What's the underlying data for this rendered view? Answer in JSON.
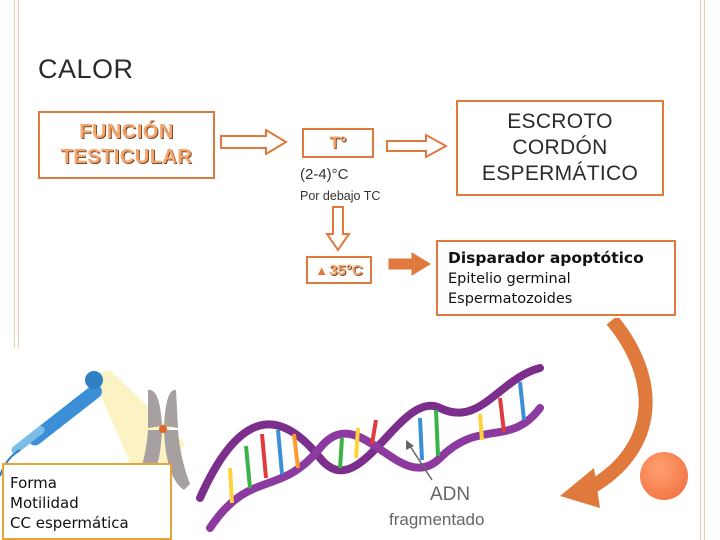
{
  "slide": {
    "title": "CALOR",
    "funcion_box": {
      "line1": "FUNCIÓN",
      "line2": "TESTICULAR"
    },
    "t_box": {
      "label": "T°"
    },
    "range_label": "(2-4)°C",
    "below_label": "Por debajo TC",
    "escroto_box": {
      "line1": "ESCROTO",
      "line2": "CORDÓN",
      "line3": "ESPERMÁTICO"
    },
    "temp_box": {
      "label": "35°C"
    },
    "disparador_box": {
      "title": "Disparador apoptótico",
      "line1": "Epitelio germinal",
      "line2": "Espermatozoides"
    },
    "forma_box": {
      "line1": "Forma",
      "line2": "Motilidad",
      "line3": "CC espermática"
    },
    "illustration": {
      "adn_label": "ADN",
      "fragmentado_label": "fragmentado"
    }
  },
  "colors": {
    "accent": "#e07a3c",
    "box_text": "#f6a56a",
    "forma_border": "#e8a33a",
    "ball": "#f06a3a"
  }
}
